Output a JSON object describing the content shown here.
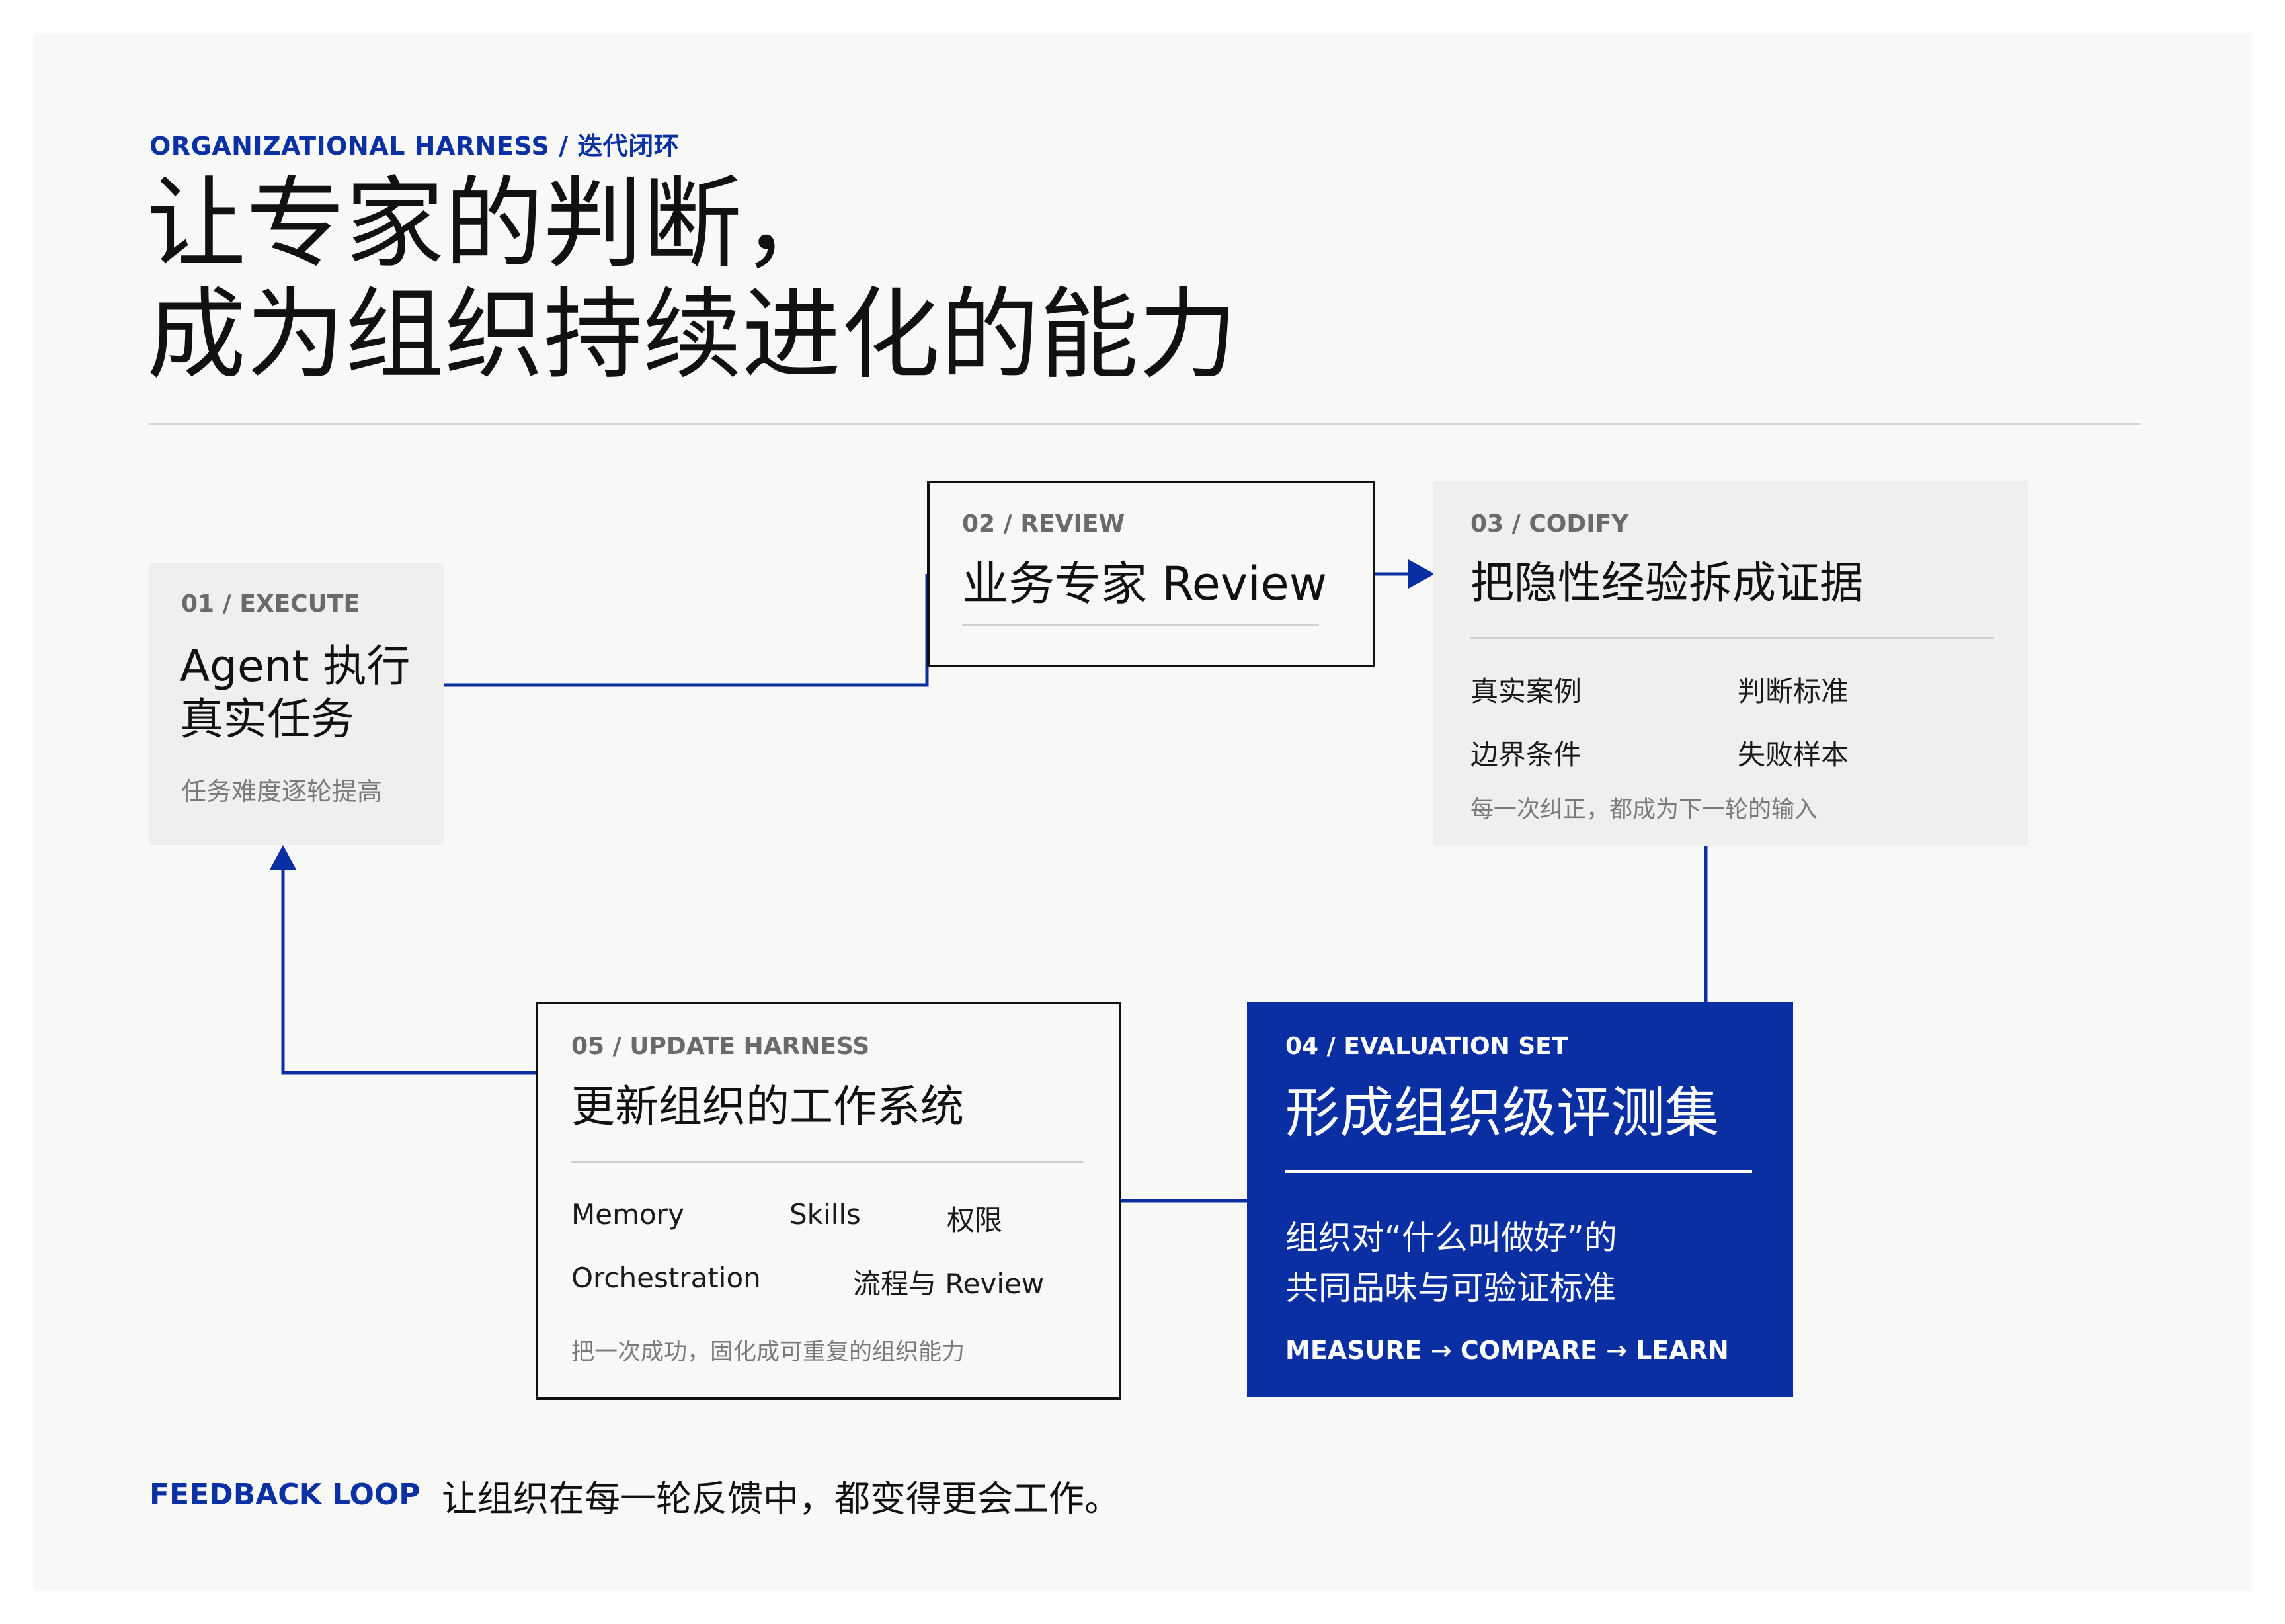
{
  "header": {
    "eyebrow": "ORGANIZATIONAL HARNESS / 迭代闭环",
    "title_line1": "让专家的判断，",
    "title_line2": "成为组织持续进化的能力"
  },
  "steps": {
    "execute": {
      "label": "01 / EXECUTE",
      "heading_line1": "Agent 执行",
      "heading_line2": "真实任务",
      "note": "任务难度逐轮提高"
    },
    "review": {
      "label": "02 / REVIEW",
      "heading": "业务专家 Review"
    },
    "codify": {
      "label": "03 / CODIFY",
      "heading": "把隐性经验拆成证据",
      "items": [
        "真实案例",
        "判断标准",
        "边界条件",
        "失败样本"
      ],
      "note": "每一次纠正，都成为下一轮的输入"
    },
    "evaluation": {
      "label": "04 / EVALUATION SET",
      "heading": "形成组织级评测集",
      "desc_line1": "组织对“什么叫做好”的",
      "desc_line2": "共同品味与可验证标准",
      "caption": "MEASURE → COMPARE → LEARN"
    },
    "update": {
      "label": "05 / UPDATE HARNESS",
      "heading": "更新组织的工作系统",
      "items": [
        "Memory",
        "Skills",
        "权限",
        "Orchestration",
        "流程与 Review"
      ],
      "note": "把一次成功，固化成可重复的组织能力"
    }
  },
  "footer": {
    "tag": "FEEDBACK LOOP",
    "text": "让组织在每一轮反馈中，都变得更会工作。"
  },
  "colors": {
    "accent": "#0a2fa3",
    "background": "#f8f8f6",
    "panel_gray": "#efefed",
    "text": "#111111"
  }
}
